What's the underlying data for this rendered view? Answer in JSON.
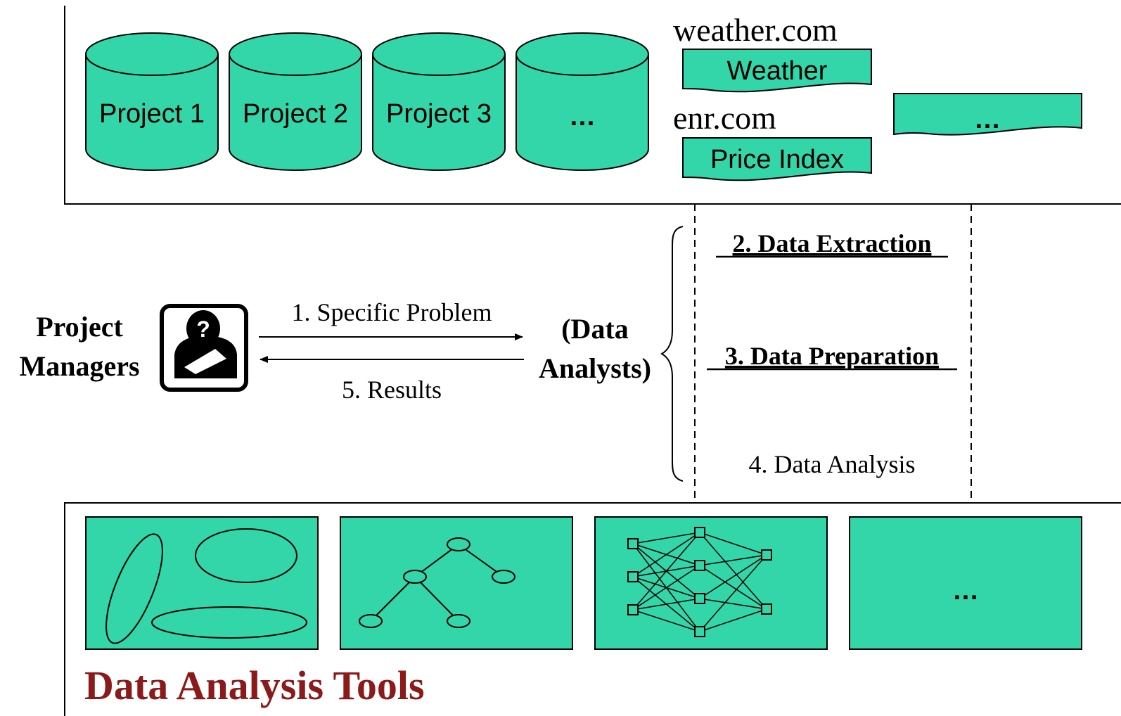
{
  "colors": {
    "fill": "#33d6a8",
    "stroke": "#000000",
    "title": "#8b1a1a",
    "background": "#ffffff"
  },
  "sources": {
    "databases": [
      {
        "label": "Project 1"
      },
      {
        "label": "Project 2"
      },
      {
        "label": "Project 3"
      },
      {
        "label": "…"
      }
    ],
    "web": [
      {
        "site": "weather.com",
        "label": "Weather"
      },
      {
        "site": "enr.com",
        "label": "Price Index"
      }
    ],
    "more_label": "…"
  },
  "actors": {
    "managers": {
      "line1": "Project",
      "line2": "Managers",
      "icon": "question-person-icon"
    },
    "analysts": {
      "line1": "(Data",
      "line2": "Analysts)"
    }
  },
  "arrows": {
    "request": "1. Specific Problem",
    "response": "5. Results"
  },
  "steps": {
    "extraction": "2. Data Extraction",
    "preparation": "3. Data Preparation",
    "analysis": "4. Data Analysis"
  },
  "tools": {
    "title": "Data Analysis Tools",
    "items": [
      {
        "icon": "clusters-icon"
      },
      {
        "icon": "decision-tree-icon"
      },
      {
        "icon": "neural-network-icon"
      },
      {
        "icon": "more-tools",
        "label": "…"
      }
    ]
  }
}
